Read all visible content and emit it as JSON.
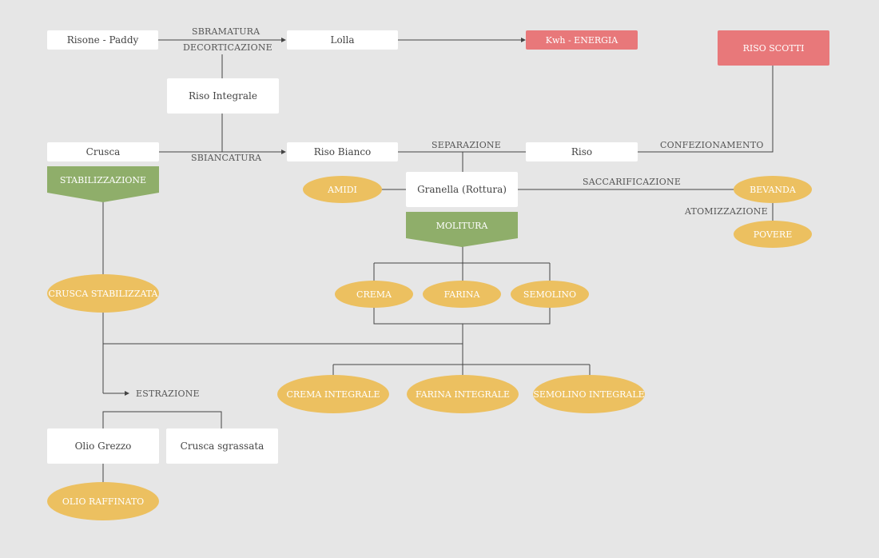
{
  "colors": {
    "background": "#e6e6e6",
    "box": "#ffffff",
    "red": "#e8787a",
    "green": "#8fae6a",
    "yellow": "#ecc060",
    "line": "#444444"
  },
  "nodes": {
    "risone_paddy": "Risone - Paddy",
    "lolla": "Lolla",
    "kwh_energia": "Kwh - ENERGIA",
    "riso_scotti": "RISO SCOTTI",
    "riso_integrale": "Riso Integrale",
    "crusca": "Crusca",
    "riso_bianco": "Riso Bianco",
    "riso": "Riso",
    "stabilizzazione": "STABILIZZAZIONE",
    "amidi": "AMIDI",
    "granella": "Granella (Rottura)",
    "bevanda": "BEVANDA",
    "molitura": "MOLITURA",
    "povere": "POVERE",
    "crusca_stabilizzata": "CRUSCA STABILIZZATA",
    "crema": "CREMA",
    "farina": "FARINA",
    "semolino": "SEMOLINO",
    "crema_integrale": "CREMA INTEGRALE",
    "farina_integrale": "FARINA INTEGRALE",
    "semolino_integrale": "SEMOLINO INTEGRALE",
    "olio_grezzo": "Olio Grezzo",
    "crusca_sgrassata": "Crusca sgrassata",
    "olio_raffinato": "OLIO RAFFINATO"
  },
  "process_labels": {
    "sbramatura": "SBRAMATURA",
    "decorticazione": "DECORTICAZIONE",
    "sbiancatura": "SBIANCATURA",
    "separazione": "SEPARAZIONE",
    "confezionamento": "CONFEZIONAMENTO",
    "saccarificazione": "SACCARIFICAZIONE",
    "atomizzazione": "ATOMIZZAZIONE",
    "estrazione": "ESTRAZIONE"
  }
}
